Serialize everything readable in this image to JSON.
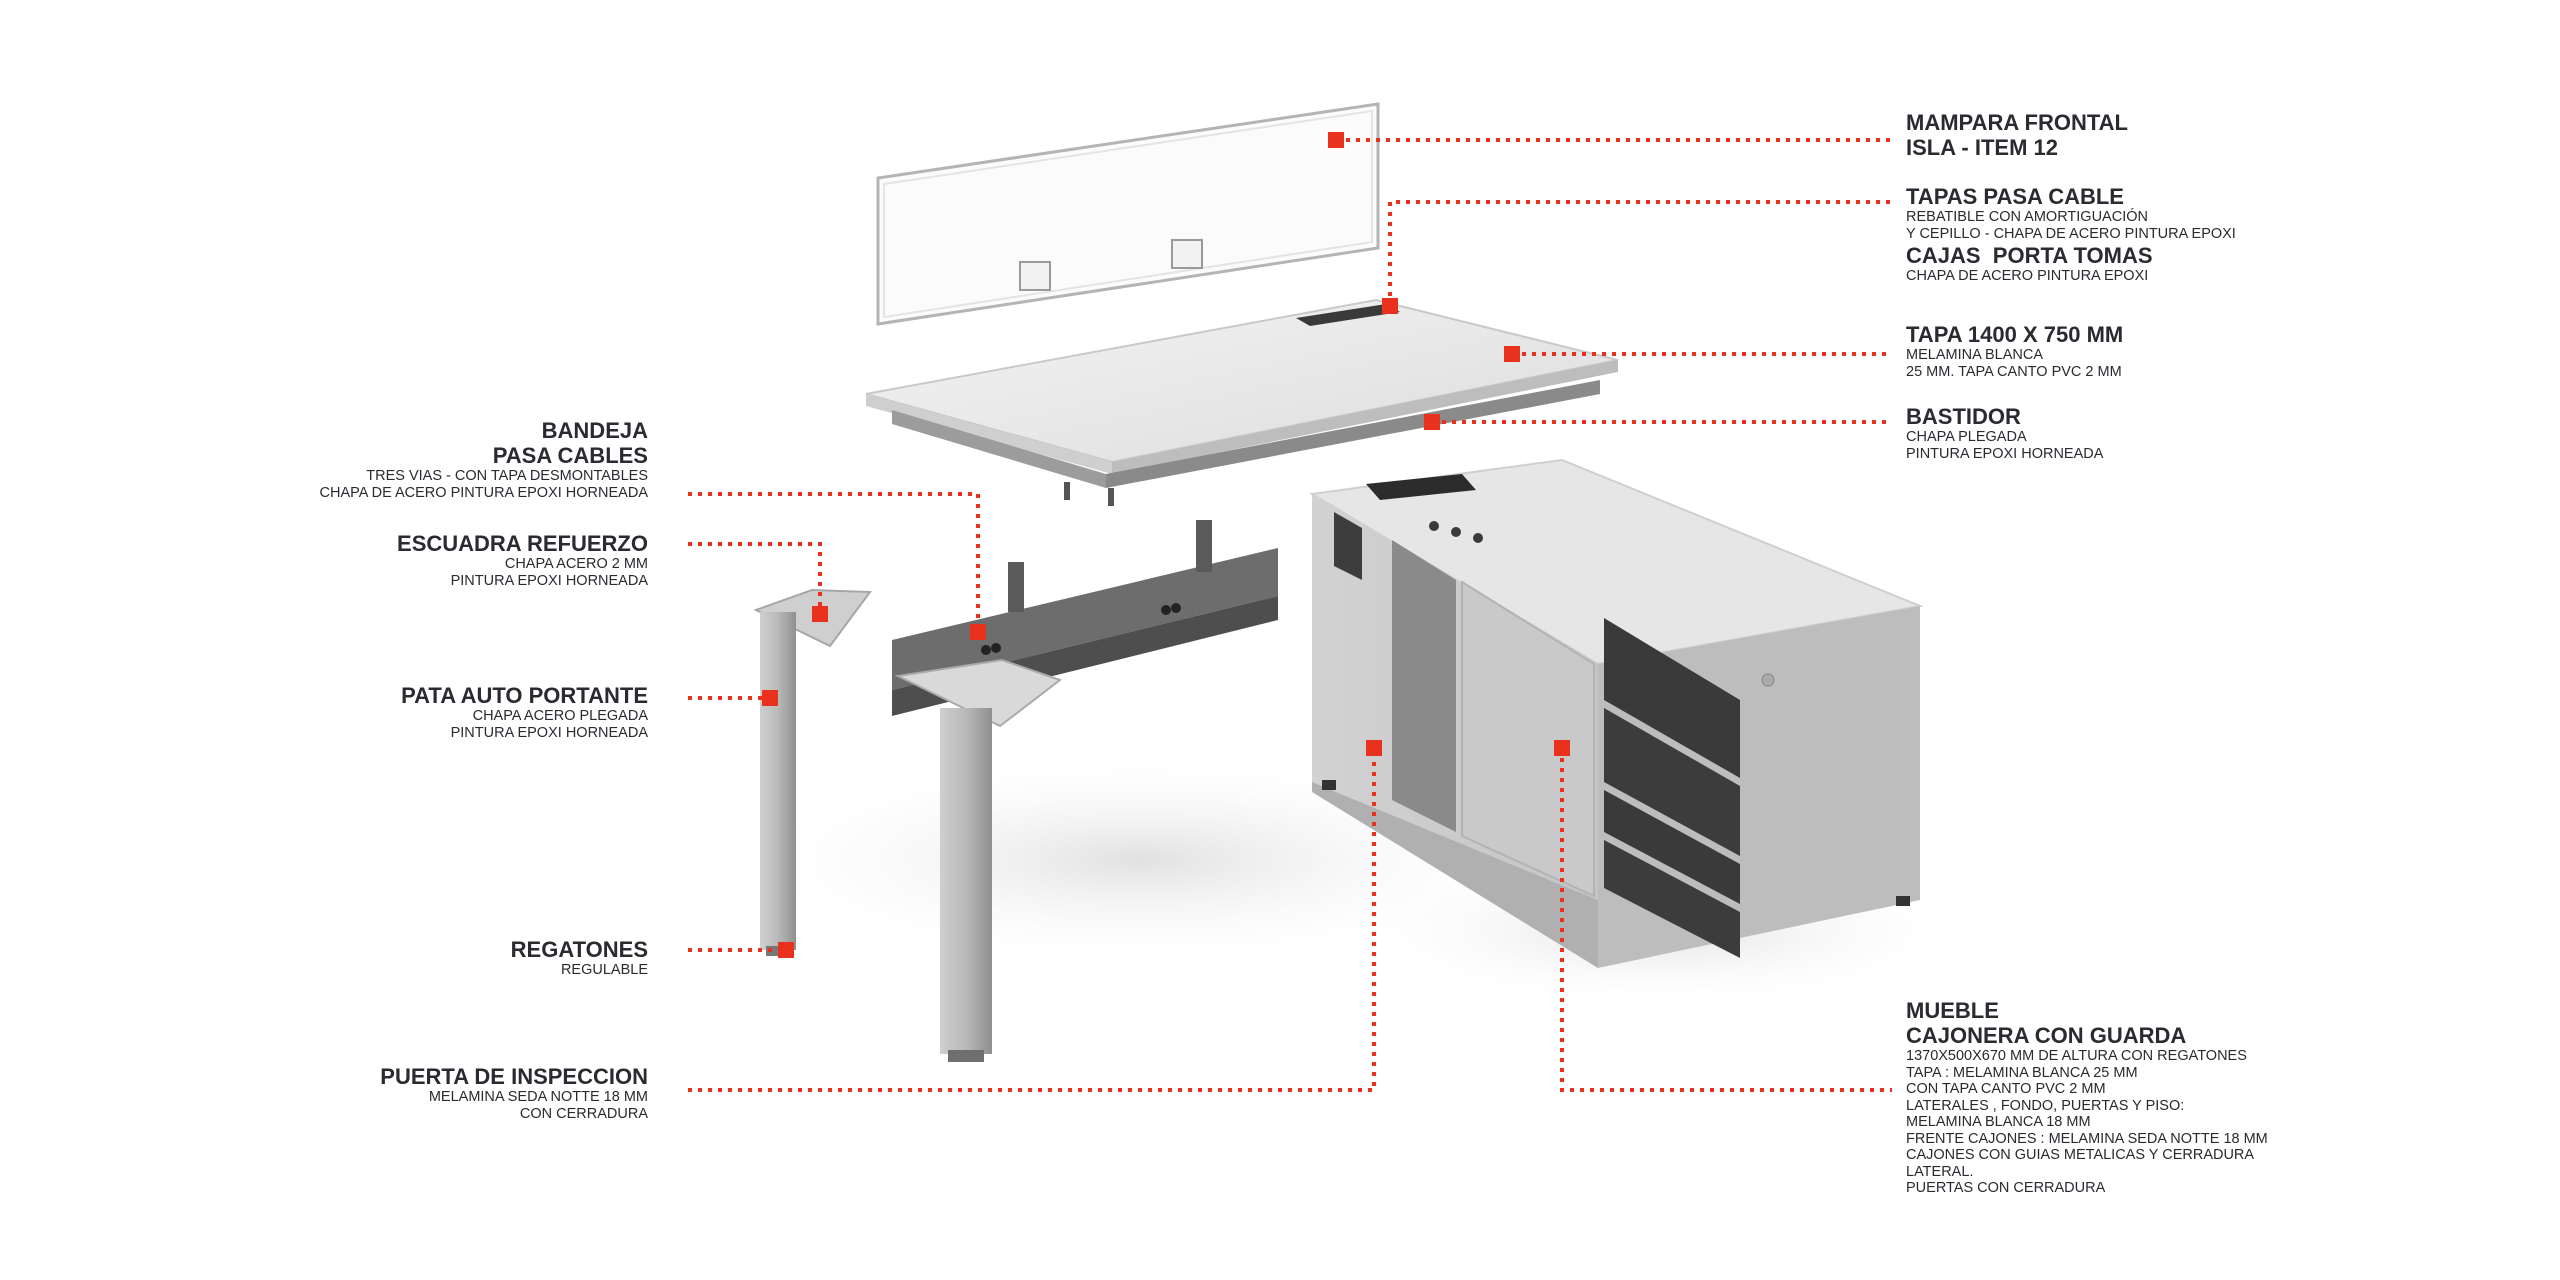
{
  "colors": {
    "leader": "#e8321e",
    "text": "#2a2a30"
  },
  "callouts_left": [
    {
      "id": "bandeja",
      "title": [
        "BANDEJA",
        "PASA CABLES"
      ],
      "sub": [
        "TRES VIAS - CON TAPA DESMONTABLES",
        "CHAPA DE ACERO PINTURA EPOXI HORNEADA"
      ]
    },
    {
      "id": "escuadra",
      "title": [
        "ESCUADRA REFUERZO"
      ],
      "sub": [
        "CHAPA ACERO 2 MM",
        "PINTURA EPOXI HORNEADA"
      ]
    },
    {
      "id": "pata",
      "title": [
        "PATA AUTO PORTANTE"
      ],
      "sub": [
        "CHAPA ACERO PLEGADA",
        "PINTURA EPOXI HORNEADA"
      ]
    },
    {
      "id": "regatones",
      "title": [
        "REGATONES"
      ],
      "sub": [
        "REGULABLE"
      ]
    },
    {
      "id": "puerta",
      "title": [
        "PUERTA DE INSPECCION"
      ],
      "sub": [
        "MELAMINA SEDA NOTTE 18 MM",
        "CON CERRADURA"
      ]
    }
  ],
  "callouts_right": [
    {
      "id": "mampara",
      "title": [
        "MAMPARA FRONTAL",
        "ISLA - ITEM 12"
      ],
      "sub": []
    },
    {
      "id": "tapas",
      "title": [
        "TAPAS PASA CABLE"
      ],
      "sub": [
        "REBATIBLE CON AMORTIGUACIÓN",
        "Y CEPILLO - CHAPA DE ACERO PINTURA EPOXI"
      ]
    },
    {
      "id": "cajas",
      "title": [
        "CAJAS  PORTA TOMAS"
      ],
      "sub": [
        "CHAPA DE ACERO PINTURA EPOXI"
      ]
    },
    {
      "id": "tapa",
      "title": [
        "TAPA 1400 X 750 MM"
      ],
      "sub": [
        "MELAMINA BLANCA",
        "25 MM. TAPA CANTO PVC 2 MM"
      ]
    },
    {
      "id": "bastidor",
      "title": [
        "BASTIDOR"
      ],
      "sub": [
        "CHAPA PLEGADA",
        "PINTURA EPOXI HORNEADA"
      ]
    },
    {
      "id": "mueble",
      "title": [
        "MUEBLE",
        "CAJONERA CON GUARDA"
      ],
      "sub": [
        "1370X500X670 MM DE ALTURA CON REGATONES",
        "TAPA : MELAMINA BLANCA 25 MM",
        "CON TAPA CANTO PVC 2 MM",
        "LATERALES , FONDO, PUERTAS Y PISO:",
        "MELAMINA BLANCA 18 MM",
        "FRENTE CAJONES : MELAMINA SEDA NOTTE 18 MM",
        "CAJONES CON GUIAS METALICAS Y CERRADURA",
        "LATERAL.",
        "PUERTAS CON CERRADURA"
      ]
    }
  ]
}
